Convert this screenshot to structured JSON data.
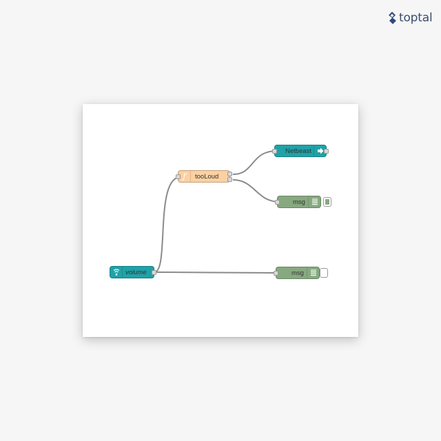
{
  "brand": {
    "name": "toptal",
    "color": "#2f4a7c"
  },
  "flow": {
    "nodes": {
      "volume": {
        "label": "volume",
        "type": "input",
        "color": "#1fa2a8",
        "icon": "wifi-signal-icon"
      },
      "tooLoud": {
        "label": "tooLoud",
        "type": "function",
        "color": "#fcd0a0",
        "icon": "function-icon"
      },
      "netbeast": {
        "label": "Netbeast",
        "type": "output",
        "color": "#1fa2a8",
        "icon": "arrow-right-icon"
      },
      "msg_top": {
        "label": "msg",
        "type": "debug",
        "color": "#87a980",
        "icon": "list-icon",
        "active": true
      },
      "msg_bottom": {
        "label": "msg",
        "type": "debug",
        "color": "#87a980",
        "icon": "list-icon",
        "active": false
      }
    },
    "wire_color": "#8a8a8a"
  }
}
